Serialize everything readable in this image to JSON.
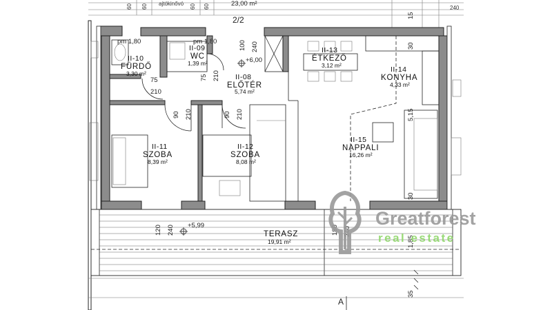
{
  "plan": {
    "sheet_label": "2/2",
    "top_dimension": "23,00 m²",
    "top_note": "ajtókinővó",
    "rooms": [
      {
        "id": "II-09",
        "name": "WC",
        "area": "1,39 m²"
      },
      {
        "id": "II-10",
        "name": "FÜRDŐ",
        "area": "3,30 m²"
      },
      {
        "id": "II-08",
        "name": "ELŐTÉR",
        "area": "5,74 m²"
      },
      {
        "id": "II-13",
        "name": "ÉTKEZŐ",
        "area": "3,12 m²"
      },
      {
        "id": "II-14",
        "name": "KONYHA",
        "area": "4,33 m²"
      },
      {
        "id": "II-11",
        "name": "SZOBA",
        "area": "8,39 m²"
      },
      {
        "id": "II-12",
        "name": "SZOBA",
        "area": "8,08 m²"
      },
      {
        "id": "II-15",
        "name": "NAPPALI",
        "area": "16,26 m²"
      },
      {
        "id": "",
        "name": "TERASZ",
        "area": "19,91 m²"
      }
    ],
    "labels": {
      "pm_left": "pm 1,80",
      "pm_right": "pm 1,80",
      "level_hall": "+6,00",
      "level_terrace": "+5,99",
      "section_mark": "A"
    },
    "dimensions": {
      "top_60a": "60",
      "top_60b": "60",
      "top_60c": "60",
      "top_60d": "60",
      "top_240": "240",
      "top_15": "15",
      "wc_100": "100",
      "wc_240": "240",
      "wc_75": "75",
      "wc_210": "210",
      "bath_75": "75",
      "bath_210": "210",
      "door1_90": "90",
      "door1_210": "210",
      "door2_90": "90",
      "door2_210": "210",
      "right_30a": "30",
      "right_515": "5,15",
      "right_30b": "30",
      "right_185": "1,85",
      "right_35": "35",
      "terr_120": "120",
      "terr_240a": "240",
      "terr_180": "180",
      "terr_240b": "240"
    }
  },
  "watermark": {
    "brand": "Greatforest",
    "tagline": "real estate"
  },
  "colors": {
    "wall": "#8c8c8c",
    "line": "#222222",
    "watermark_grey": "#9a9a9a",
    "watermark_green": "#8fd76a"
  }
}
